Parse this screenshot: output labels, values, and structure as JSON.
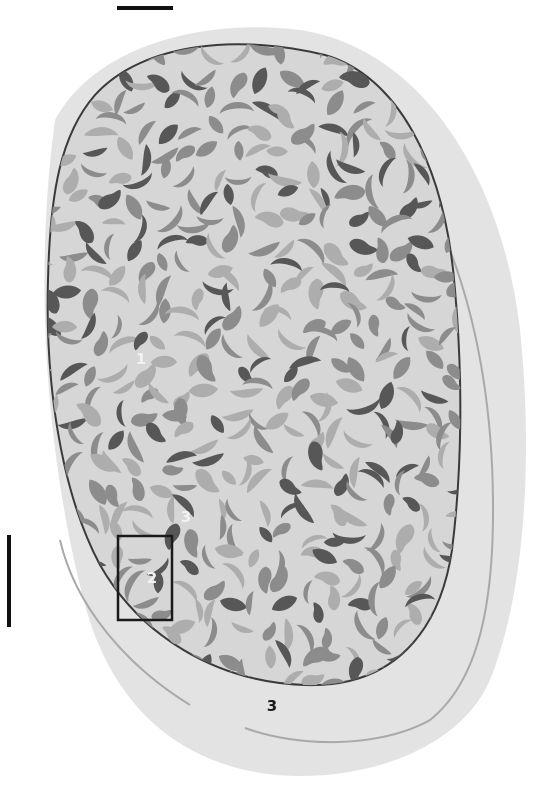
{
  "labels": {
    "cell_interior": "1",
    "magnified_region": "2",
    "inner_layer": "3",
    "outer_layer": "3"
  },
  "colors": {
    "outer_fill": "#e3e3e3",
    "outer_fill_shadow": "#d5d5d5",
    "outline_light": "#a9a9a9",
    "outline_dark": "#3a3a3a",
    "interior_fill": "#d6d6d6",
    "inclusion_dark": "#575757",
    "inclusion_mid": "#8c8c8c",
    "inclusion_light": "#adadad",
    "scale_bar": "#111111",
    "inset_box": "#1a1a1a"
  }
}
